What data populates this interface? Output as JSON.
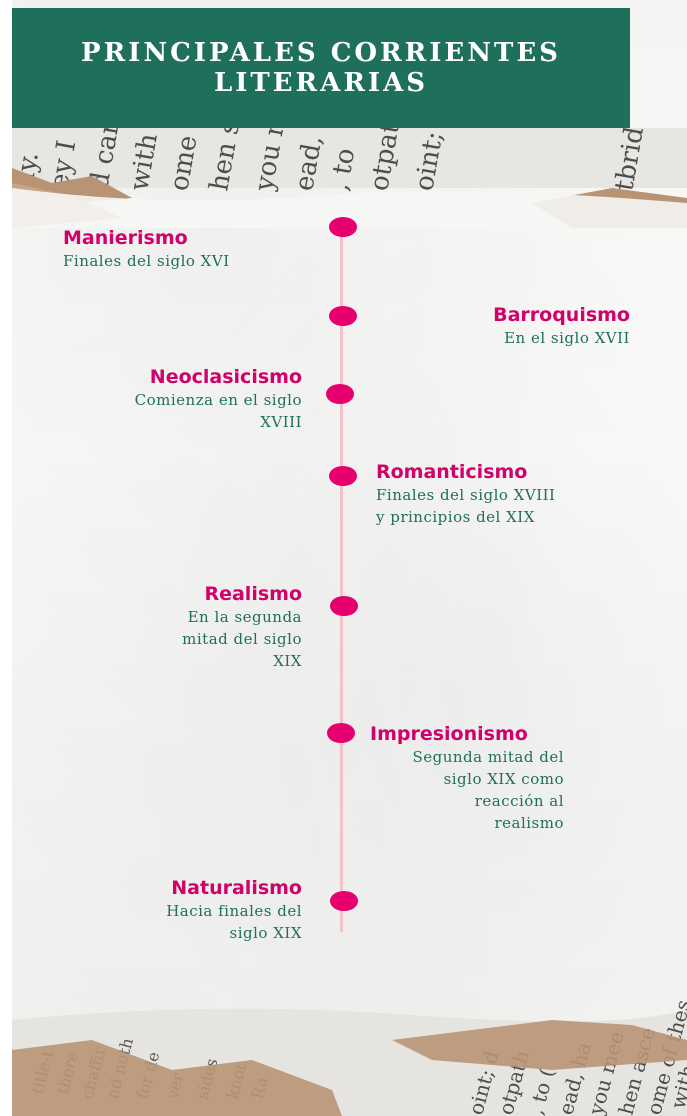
{
  "header": {
    "title_line1": "PRINCIPALES CORRIENTES",
    "title_line2": "LITERARIAS"
  },
  "colors": {
    "header_bg": "#1e6f5c",
    "title_color": "#d1006a",
    "text_color": "#1e6f5c",
    "dot": "#e6006f",
    "line": "#f3c2c8"
  },
  "entries": [
    {
      "title": "Manierismo",
      "desc": [
        "Finales del siglo XVI"
      ]
    },
    {
      "title": "Barroquismo",
      "desc": [
        "En el siglo XVII"
      ]
    },
    {
      "title": "Neoclasicismo",
      "desc": [
        "Comienza en el siglo",
        "XVIII"
      ]
    },
    {
      "title": "Romanticismo",
      "desc": [
        "Finales del siglo XVIII",
        "y principios del XIX"
      ]
    },
    {
      "title": "Realismo",
      "desc": [
        "En la segunda",
        "mitad del siglo",
        "XIX"
      ]
    },
    {
      "title": "Impresionismo",
      "desc": [
        "Segunda mitad del",
        "siglo XIX como",
        "reacción al",
        "realismo"
      ]
    },
    {
      "title": "Naturalismo",
      "desc": [
        "Hacia finales del",
        "siglo XIX"
      ]
    }
  ]
}
